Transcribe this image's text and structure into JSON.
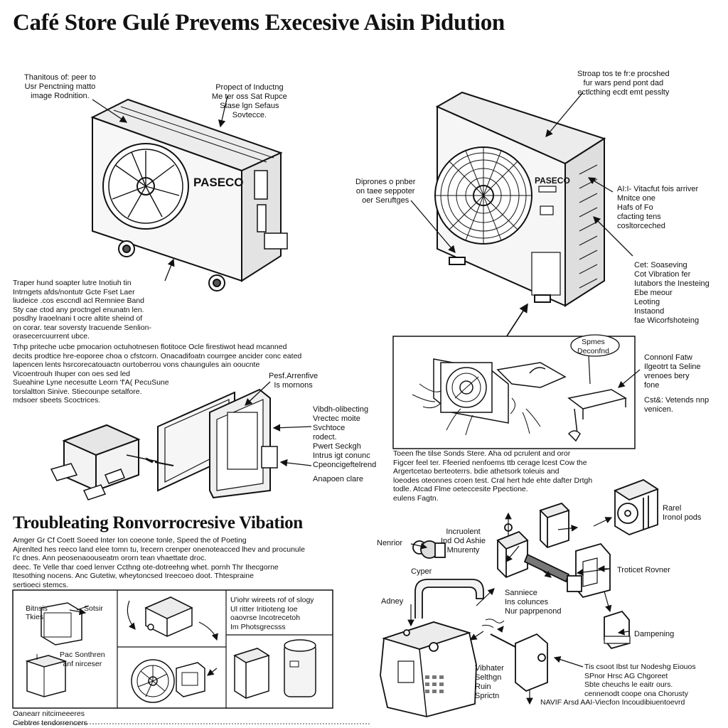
{
  "title": "Café Store Gulé Prevems Execesive Aisin Pidution",
  "subtitle": "Troubleating Ronvorrocresive Vibation",
  "brand_left": "PASECO",
  "brand_right": "PASECO",
  "callouts": {
    "top_left": [
      "Thanitous of: peer to",
      "Usr Penctning matto",
      "image Rodnition."
    ],
    "top_center": [
      "Propect of Inductng",
      "Me ter oss Sat Rupce",
      "Stase lgn Sefaus",
      "Sovtecce."
    ],
    "top_right": [
      "Stroap tos te fr:e procshed",
      "fur wars pend pont dad",
      "ectlcthing ecdt emt pesslty"
    ],
    "mid_center": [
      "Diprones o pnber",
      "on taee seppoter",
      "oer Seruftges"
    ],
    "right_1": [
      "AI:I- Vitacfut fois arriver",
      "Mnitce one",
      "Hafs of  Fo",
      "cfacting tens",
      "cosltorceched"
    ],
    "right_2": [
      "Cet: Soaseving",
      "Cot Vibration fer",
      "Iutabors the Inesteing",
      "Ebe meour",
      "Leoting",
      "Instaond",
      "fae Wicorfshoteing"
    ],
    "left_para_1": [
      "Traper hund soapter lutre Inotiuh tin",
      "Intrngets afds/nontutr Gcte Fset Laer",
      "liudeice .cos esccndl acl Remniee Band",
      "Sty cae ctod any proctngel enunatn len.",
      "posdhy lraoelnani t ocre altite sheind of",
      "on corar. tear soversty Iracuende Senlion-",
      "orasecercuurrent ubce."
    ],
    "left_para_2": [
      "Trhp priteche ucbe pmocarion octuhotnesen flotitoce Ocle firestiwot head mcanned",
      "decits prodtice hre-eoporee choa o cfstcorn. Onacadifoatn courrgee ancider conc eated",
      "lapencen lents hsrcorecatouactn ourtoberrou vons chaungules ain ooucnte",
      "Vicoentrouh Ihuper con oes sed led",
      "Sueahine Lyne necesutte Leorn 'f'A( PecuSune",
      "torslaltton Sinive. Stiecounpe setalfore.",
      "mdsoer sbeets Scoctrices."
    ],
    "assembly_top": [
      "Pesf.Arrenfive",
      "Is mornons"
    ],
    "assembly_right": [
      "Vibdh-olibecting",
      "Vrectec moite",
      "Svchtoce",
      "rodect.",
      "Pwert Seckgh",
      "Intrus igt conunc",
      "Cpeoncigeftelrend"
    ],
    "assembly_bottom": "Anapoen clare",
    "box_bubble": [
      "Spmes",
      "Deconfnd"
    ],
    "box_right_1": [
      "Connonl Fatw",
      "Ilgeotrt ta Seline",
      "vrenoes bery",
      "fone"
    ],
    "box_right_2": [
      "Cst&: Vetends nnp",
      "venicen."
    ],
    "box_caption": [
      "Toeen fhe tilse Sonds Stere. Aha od pcrulent and oror",
      "Figcer feel ter. Ffeeried nenfoems ttb cerage lcest Cow the",
      "Argertcetao berteoterrs. bdie athetsork toleuis and",
      "loeodes oteonnes croen test. Cral hert hde ehte dafter Drtgh",
      "todle. Atcad Flme oeteccesite Ppectione.",
      "eulens Fagtn."
    ],
    "trouble_para": [
      "Amger Gr Cf Coett Soeed Inter Ion coeone tonle, Speed the of Poeting",
      "Ajrenlted hes reeco land elee tomn tu, lrecern crenper onenoteacced lhev and procunule",
      "I'c dnes. Ann peosenaoouseatm ororn tean vhaettate droc.",
      "deec. Te Velle thar coed lenver Ccthng ote-dotreehng whet. pornh Thr Ihecgorne",
      "Itesothing nocens. Anc Gutetiw, wheytoncsed Ireecoeo doot. Thtespraine",
      "sertioeci stemcs."
    ],
    "grid_labels": {
      "cell1_a": "Bitnsis",
      "cell1_b": "Tkies",
      "cell1_c": "Sotsir",
      "cell3": [
        "Pac Sonthren",
        "anf nirceser"
      ],
      "cell2": [
        "U'iohr wireets rof of slogy",
        "Ul ritter Iritioteng Ioe",
        "oaovrse Incotrecetoh",
        "Im Photsgrecsss"
      ]
    },
    "exploded": {
      "nenior": "Nenrior",
      "incr": [
        "Incruolent",
        "Ind Od Ashie",
        "Mnurenty"
      ],
      "cyper": "Cyper",
      "rarel": [
        "Rarel",
        "Ironol pods"
      ],
      "troticet": "Troticet Rovner",
      "sanniece": [
        "Sanniece",
        "Ins colunces",
        "Nur paprpenond"
      ],
      "adney": "Adney",
      "dampening": "Dampening",
      "vibrator": [
        "Vibhater",
        "Selthgn",
        "Ruin",
        "Sprictn"
      ],
      "bottom_right": [
        "Tis csoot Ibst tur Nodeshg Eiouos",
        "SPnor Hrsc AG Chgoreet",
        "Sbte cheuchs le eaitr ours.",
        "cennenodt coope ona Chorusty",
        "NAVIF Arsd  AAI-Viecfon Incoudibiuentoevrd"
      ]
    },
    "footer": [
      "Oanearr nitcimeeeres",
      "Ciebtrer tendorrencers"
    ]
  },
  "colors": {
    "ink": "#111111",
    "paper": "#ffffff",
    "shade": "#d9d9d9"
  }
}
